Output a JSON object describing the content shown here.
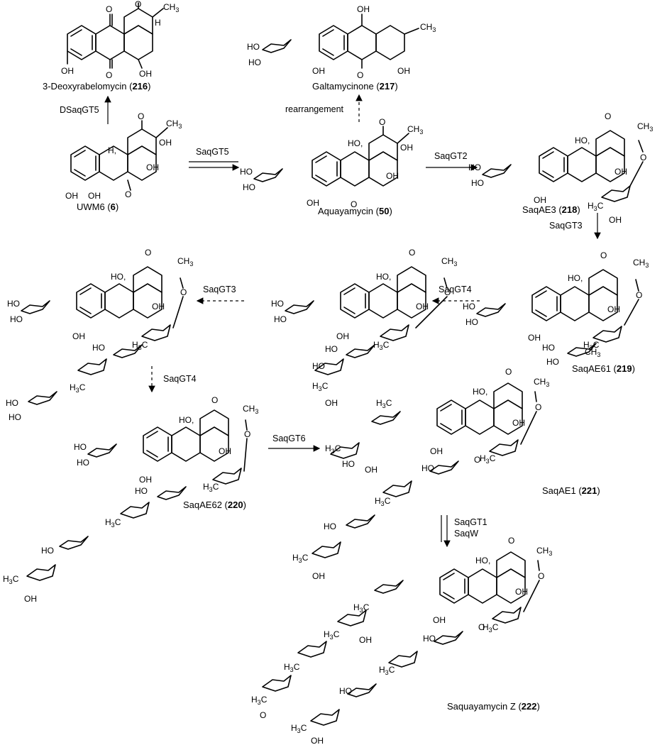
{
  "compounds": [
    {
      "id": "216",
      "name": "3-Deoxyrabelomycin",
      "number": "216"
    },
    {
      "id": "217",
      "name": "Galtamycinone",
      "number": "217"
    },
    {
      "id": "6",
      "name": "UWM6",
      "number": "6"
    },
    {
      "id": "50",
      "name": "Aquayamycin",
      "number": "50"
    },
    {
      "id": "218",
      "name": "SaqAE3",
      "number": "218"
    },
    {
      "id": "219",
      "name": "SaqAE61",
      "number": "219"
    },
    {
      "id": "220",
      "name": "SaqAE62",
      "number": "220"
    },
    {
      "id": "221",
      "name": "SaqAE1",
      "number": "221"
    },
    {
      "id": "222",
      "name": "Saquayamycin Z",
      "number": "222"
    }
  ],
  "steps": [
    {
      "id": "dsaqgt5",
      "label": "DSaqGT5",
      "style": "solid"
    },
    {
      "id": "rearr",
      "label": "rearrangement",
      "style": "dashed"
    },
    {
      "id": "saqgt5",
      "label": "SaqGT5",
      "style": "solid"
    },
    {
      "id": "saqgt2",
      "label": "SaqGT2",
      "style": "solid"
    },
    {
      "id": "saqgt3a",
      "label": "SaqGT3",
      "style": "solid"
    },
    {
      "id": "saqgt4a",
      "label": "SaqGT4",
      "style": "dashed"
    },
    {
      "id": "saqgt3b",
      "label": "SaqGT3",
      "style": "dashed"
    },
    {
      "id": "saqgt4b",
      "label": "SaqGT4",
      "style": "dashed"
    },
    {
      "id": "saqgt6",
      "label": "SaqGT6",
      "style": "solid"
    },
    {
      "id": "saqgt1",
      "label": "SaqGT1",
      "style": "solid"
    },
    {
      "id": "saqw",
      "label": "SaqW",
      "style": "solid"
    }
  ],
  "atoms": {
    "O": "O",
    "OH": "OH",
    "HO": "HO",
    "HO_c": "HO,",
    "CH3": "CH3",
    "H3C": "H3C",
    "H": "H",
    "H_c": "H,"
  }
}
